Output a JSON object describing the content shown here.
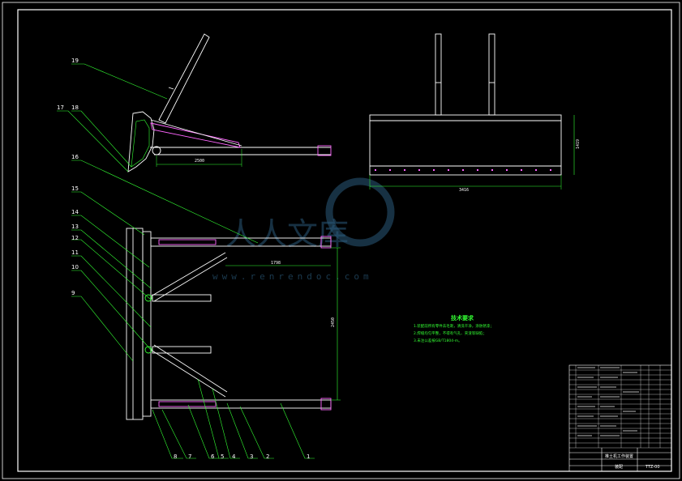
{
  "balloons_side": [
    "19",
    "17",
    "18"
  ],
  "balloons_left": [
    "16",
    "15",
    "14",
    "13",
    "12",
    "11",
    "10",
    "9"
  ],
  "balloons_bottom": [
    "8",
    "7",
    "6",
    "5",
    "4",
    "3",
    "2",
    "1"
  ],
  "dimensions": {
    "side_length": "2500",
    "front_width": "3416",
    "front_height": "1419",
    "plan_offset": "1798",
    "plan_span": "2450"
  },
  "notes": {
    "title": "技术要求",
    "lines": [
      "1.装配前所有零件去毛刺，清洗干净，涂防锈漆；",
      "2.焊缝均匀平整，不得有气孔、夹渣等缺陷；",
      "3.未注公差按GB/T1804-m。"
    ]
  },
  "watermark": {
    "text": "人人文库",
    "url": "www.renrendoc.com"
  },
  "title_block": {
    "drawing_name": "推土机工作装置",
    "material": "装配",
    "drawing_number": "TTZ-00"
  },
  "colors": {
    "background": "#000000",
    "lines": "#ffffff",
    "parts": "#ff66ff",
    "leaders": "#33ff33",
    "dimensions": "#33ff33",
    "watermark": "#2a5a7a"
  }
}
